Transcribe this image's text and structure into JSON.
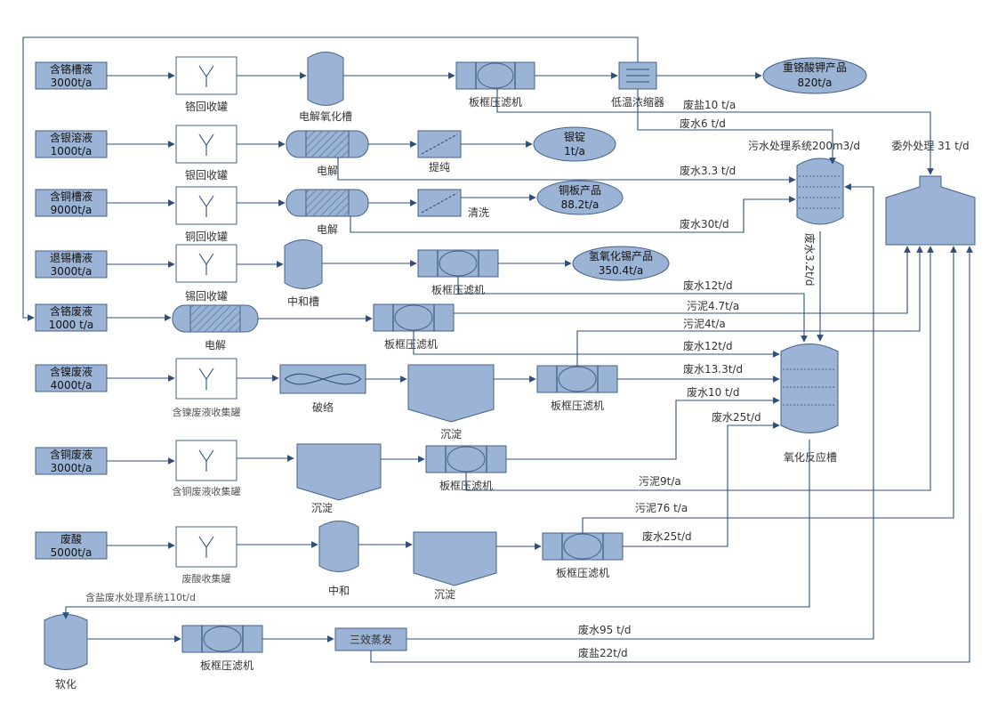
{
  "sources": [
    {
      "name": "含铬槽液",
      "qty": "3000t/a"
    },
    {
      "name": "含银溶液",
      "qty": "1000t/a"
    },
    {
      "name": "含铜槽液",
      "qty": "9000t/a"
    },
    {
      "name": "退锡槽液",
      "qty": "3000t/a"
    },
    {
      "name": "含铬废液",
      "qty": "1000 t/a"
    },
    {
      "name": "含镍废液",
      "qty": "4000t/a"
    },
    {
      "name": "含铜废液",
      "qty": "3000t/a"
    },
    {
      "name": "废酸",
      "qty": "5000t/a"
    }
  ],
  "tanks": {
    "chrome": "铬回收罐",
    "silver": "银回收罐",
    "copper": "铜回收罐",
    "tin": "锡回收罐",
    "nickel": "含镍废液收集罐",
    "copper_waste": "含铜废液收集罐",
    "acid": "废酸收集罐"
  },
  "equipment": {
    "electrolytic_oxidation": "电解氧化槽",
    "electrolysis": "电解",
    "filter_press": "板框压滤机",
    "low_temp_concentrator": "低温浓缩器",
    "purify": "提纯",
    "wash": "清洗",
    "neutralize_tank": "中和槽",
    "complex_breaking": "破络",
    "settling": "沉淀",
    "neutralize": "中和",
    "softening": "软化",
    "triple_evaporation": "三效蒸发",
    "oxidation_tank": "氧化反应槽",
    "wastewater_system": "污水处理系统200m3/d",
    "outsource": "委外处理 31 t/d",
    "salt_system": "含盐废水处理系统110t/d"
  },
  "products": {
    "dichromate": {
      "name": "重铬酸钾产品",
      "qty": "820t/a"
    },
    "silver_ingot": {
      "name": "银锭",
      "qty": "1t/a"
    },
    "copper_plate": {
      "name": "铜板产品",
      "qty": "88.2t/a"
    },
    "tin_hydroxide": {
      "name": "氢氧化锡产品",
      "qty": "350.4t/a"
    }
  },
  "flows": {
    "f1": "废盐10 t/a",
    "f2": "废水6 t/d",
    "f3": "废水3.3 t/d",
    "f4": "废水30t/d",
    "f5": "废水3.2t/d",
    "f6": "废水12t/d",
    "f7": "污泥4.7t/a",
    "f8": "污泥4t/a",
    "f9": "废水12t/d",
    "f10": "废水13.3t/d",
    "f11": "废水10 t/d",
    "f12": "废水25t/d",
    "f13": "污泥9t/a",
    "f14": "污泥76 t/a",
    "f15": "废水25t/d",
    "f16": "废水95 t/d",
    "f17": "废盐22t/d"
  }
}
